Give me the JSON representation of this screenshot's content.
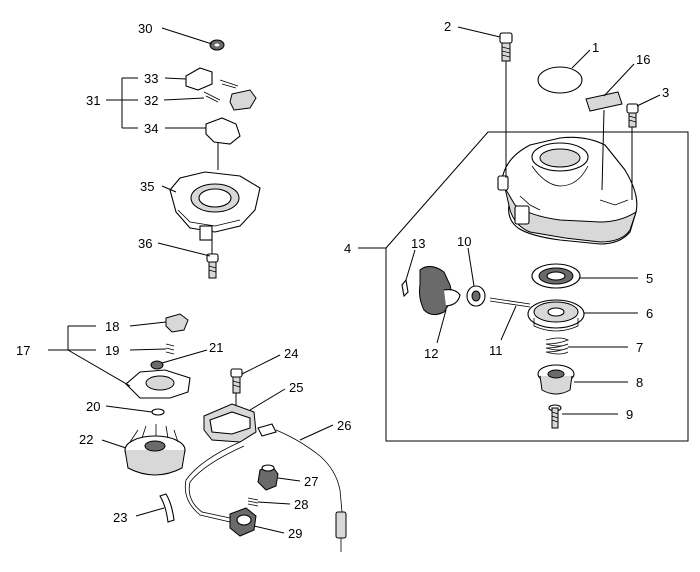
{
  "callouts": {
    "c1": "1",
    "c2": "2",
    "c3": "3",
    "c4": "4",
    "c5": "5",
    "c6": "6",
    "c7": "7",
    "c8": "8",
    "c9": "9",
    "c10": "10",
    "c11": "11",
    "c12": "12",
    "c13": "13",
    "c16": "16",
    "c17": "17",
    "c18": "18",
    "c19": "19",
    "c20": "20",
    "c21": "21",
    "c22": "22",
    "c23": "23",
    "c24": "24",
    "c25": "25",
    "c26": "26",
    "c27": "27",
    "c28": "28",
    "c29": "29",
    "c30": "30",
    "c31": "31",
    "c32": "32",
    "c33": "33",
    "c34": "34",
    "c35": "35",
    "c36": "36"
  }
}
